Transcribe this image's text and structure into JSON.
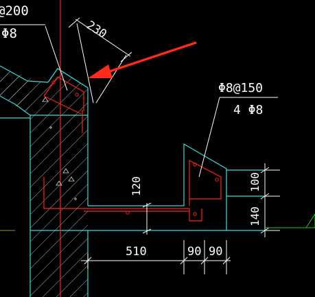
{
  "canvas": {
    "background": "#000000"
  },
  "colors": {
    "concrete_outline": "#33e0e0",
    "rebar": "#ff2020",
    "dimension": "#ffffff",
    "arrow": "#ff2a1a",
    "hatch": "#d8d8d8",
    "ground": "#22cc22"
  },
  "labels": {
    "top_left_spec": "@200",
    "top_left_bar": "Φ8",
    "right_spec": "Φ8@150",
    "right_bar": "4 Φ8"
  },
  "dimensions": {
    "slope_width": "230",
    "beam_depth": "120",
    "height_upper": "100",
    "height_lower": "140",
    "span_main": "510",
    "span_a": "90",
    "span_b": "90"
  }
}
